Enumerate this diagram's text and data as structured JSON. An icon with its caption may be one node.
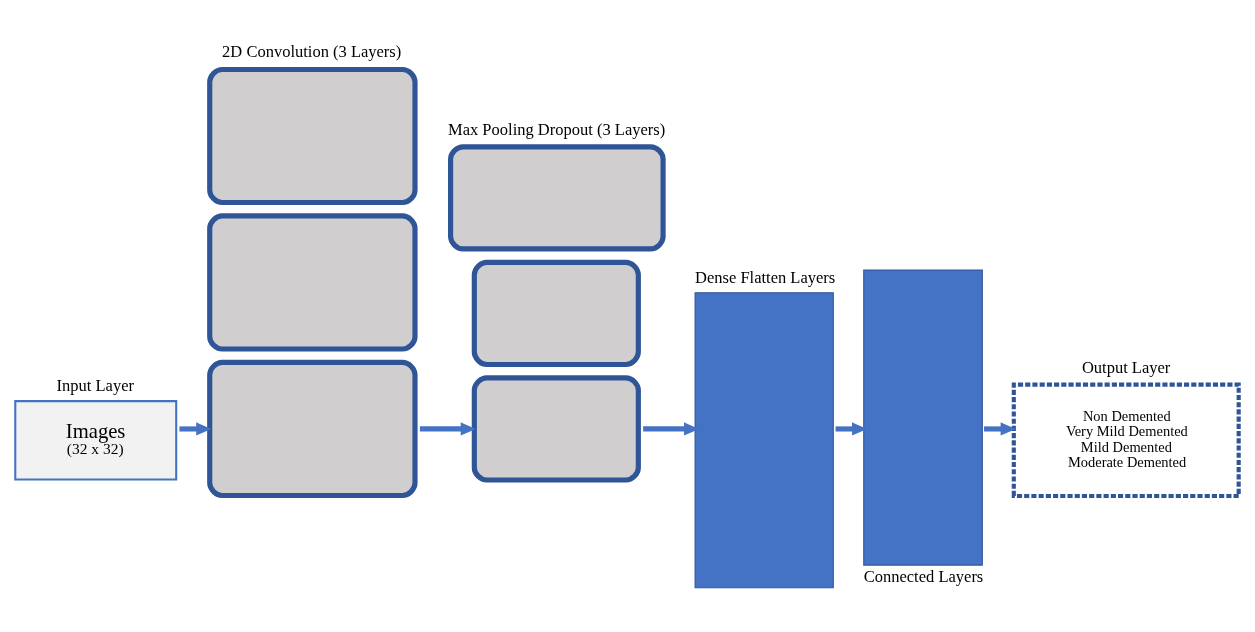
{
  "diagram": {
    "nodes": [
      {
        "text": [
          "Input Layer",
          "Images",
          "(32 x 32)"
        ]
      },
      {
        "text": [
          "2D Convolution (3 Layers)"
        ]
      },
      {
        "text": [],
        "shape": "box"
      },
      {
        "text": [],
        "shape": "box"
      },
      {
        "text": [
          "Max Pooling Dropout (3 Layers)"
        ]
      },
      {
        "text": [],
        "shape": "box"
      },
      {
        "text": [],
        "shape": "box"
      },
      {
        "text": [
          "Dense Flatten Layers"
        ]
      },
      {
        "text": [
          "Connected Layers"
        ]
      },
      {
        "text": [
          "Output Layer",
          "Non Demented",
          "Very Mild Demented",
          "Mild Demented",
          "Moderate Demented"
        ]
      }
    ],
    "edges": [
      {
        "from": 0,
        "to": 3,
        "arrow": "to"
      },
      {
        "from": 3,
        "to": 6,
        "arrow": "to"
      },
      {
        "from": 6,
        "to": 7,
        "arrow": "to"
      },
      {
        "from": 7,
        "to": 8,
        "arrow": "to"
      },
      {
        "from": 8,
        "to": 9,
        "arrow": "to"
      }
    ]
  }
}
